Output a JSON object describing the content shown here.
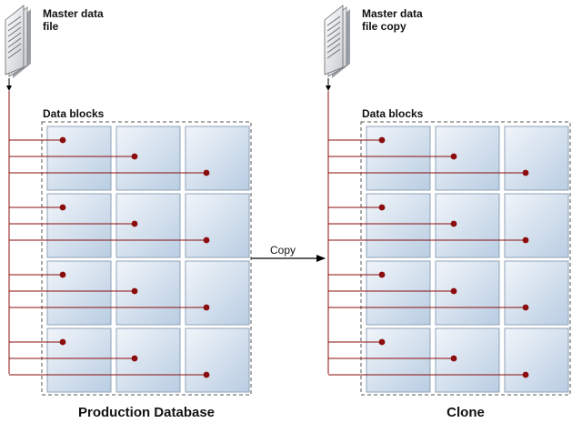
{
  "left": {
    "file_label_line1": "Master data",
    "file_label_line2": "file",
    "blocks_label": "Data blocks",
    "caption": "Production Database"
  },
  "right": {
    "file_label_line1": "Master data",
    "file_label_line2": "file copy",
    "blocks_label": "Data blocks",
    "caption": "Clone"
  },
  "copy_label": "Copy",
  "grid": {
    "rows": 4,
    "cols": 3
  },
  "colors": {
    "pointer": "#8b0d0d",
    "block_fill_top": "#f1f5fa",
    "block_fill_bottom": "#b9cde2",
    "block_stroke": "#8fa3b8",
    "dashed_border": "#555555"
  },
  "icons": [
    "document-stack-icon",
    "document-stack-icon"
  ]
}
